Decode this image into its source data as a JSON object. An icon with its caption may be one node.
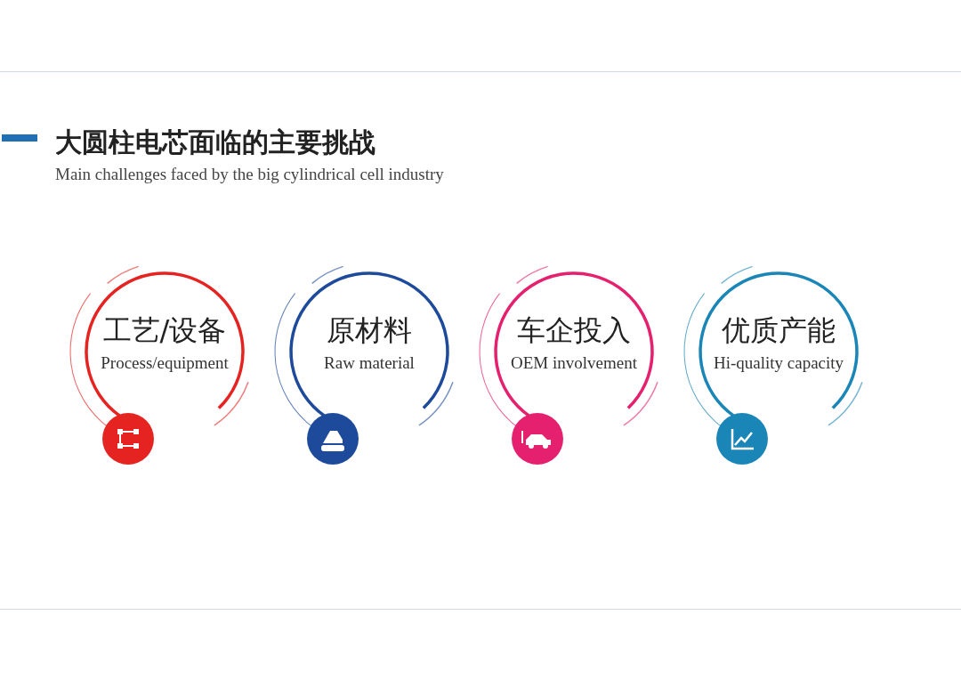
{
  "diagram": {
    "title": "大圆柱电芯面临的主要挑战",
    "nodes": [
      {
        "text": [
          "工艺/设备",
          "Process/equipment"
        ]
      },
      {
        "text": [
          "原材料",
          "Raw material"
        ]
      },
      {
        "text": [
          "车企投入",
          "OEM involvement"
        ]
      },
      {
        "text": [
          "优质产能",
          "Hi-quality capacity"
        ]
      }
    ],
    "labels": [
      "Main challenges faced by the big cylindrical cell industry"
    ]
  }
}
